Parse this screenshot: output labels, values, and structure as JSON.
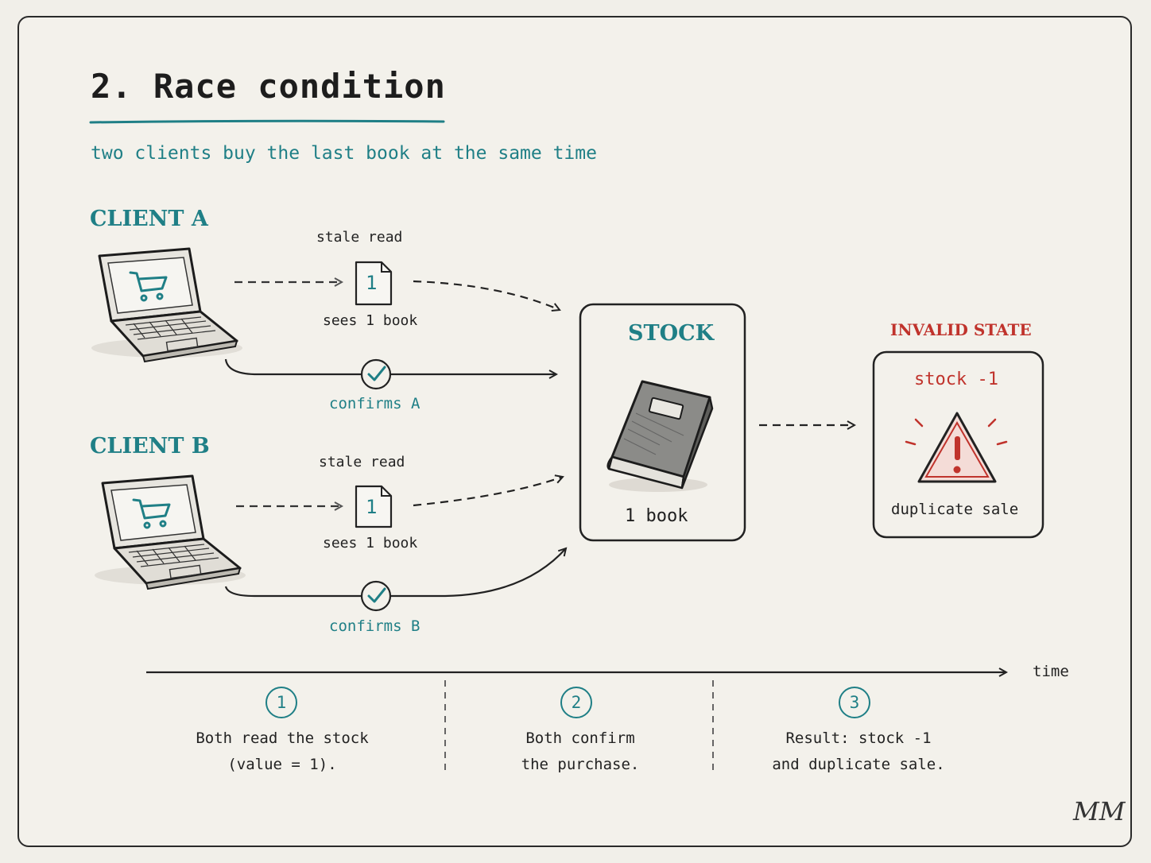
{
  "title": "2. Race condition",
  "subtitle": "two clients buy the last book at the same time",
  "client_a": {
    "label": "CLIENT A",
    "read_label": "stale read",
    "doc_value": "1",
    "sees_label": "sees 1 book",
    "confirm_label": "confirms A"
  },
  "client_b": {
    "label": "CLIENT B",
    "read_label": "stale read",
    "doc_value": "1",
    "sees_label": "sees 1 book",
    "confirm_label": "confirms B"
  },
  "stock": {
    "title": "STOCK",
    "value_label": "1 book"
  },
  "invalid": {
    "title": "INVALID STATE",
    "stock_label": "stock -1",
    "caption": "duplicate sale"
  },
  "timeline": {
    "axis_label": "time",
    "steps": [
      {
        "number": "1",
        "line1": "Both read the stock",
        "line2": "(value = 1)."
      },
      {
        "number": "2",
        "line1": "Both confirm",
        "line2": "the purchase."
      },
      {
        "number": "3",
        "line1": "Result: stock -1",
        "line2": "and duplicate sale."
      }
    ]
  },
  "signature": "MM",
  "colors": {
    "accent": "#1f7f86",
    "danger": "#c0332c",
    "ink": "#1f1f1f",
    "paper": "#f3f1eb"
  }
}
